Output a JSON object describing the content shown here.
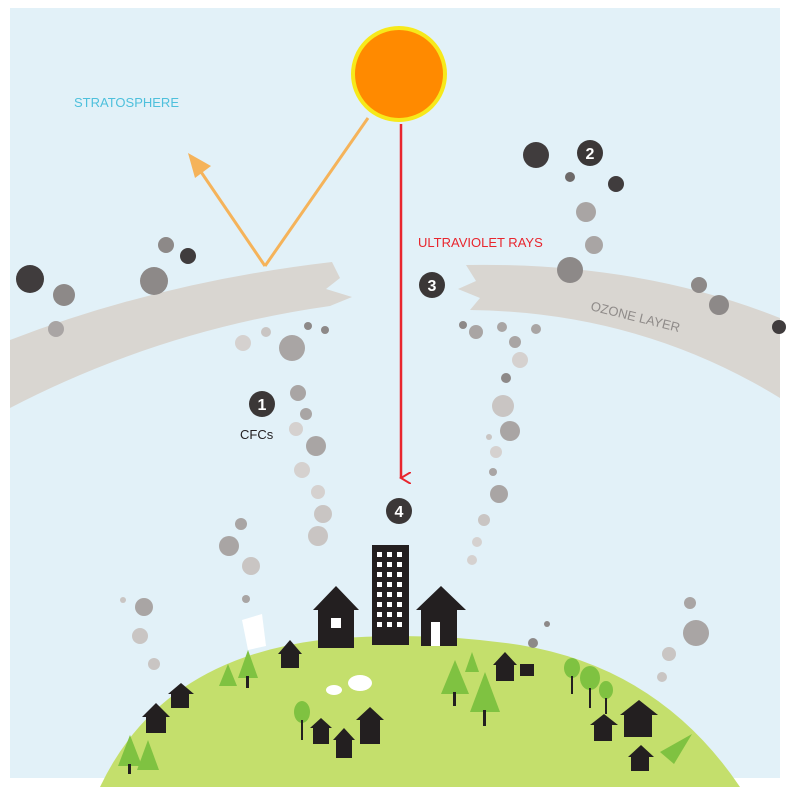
{
  "labels": {
    "stratosphere": "STRATOSPHERE",
    "ultraviolet": "ULTRAVIOLET RAYS",
    "ozone": "OZONE LAYER",
    "cfcs": "CFCs"
  },
  "markers": [
    "1",
    "2",
    "3",
    "4"
  ],
  "colors": {
    "sky": "#e2f1f8",
    "sun": "#ff8a00",
    "sun_ring": "#f7e91a",
    "uv_ray": "#e8262e",
    "reflected_ray": "#f5b35a",
    "ozone_band": "#d9d6d1",
    "ground": "#c4df6c",
    "tree": "#7fc241",
    "building": "#231f20",
    "particle_dark": "#403c3d",
    "particle_light": "#a9a5a4",
    "stratosphere_text": "#4ec0dc"
  }
}
